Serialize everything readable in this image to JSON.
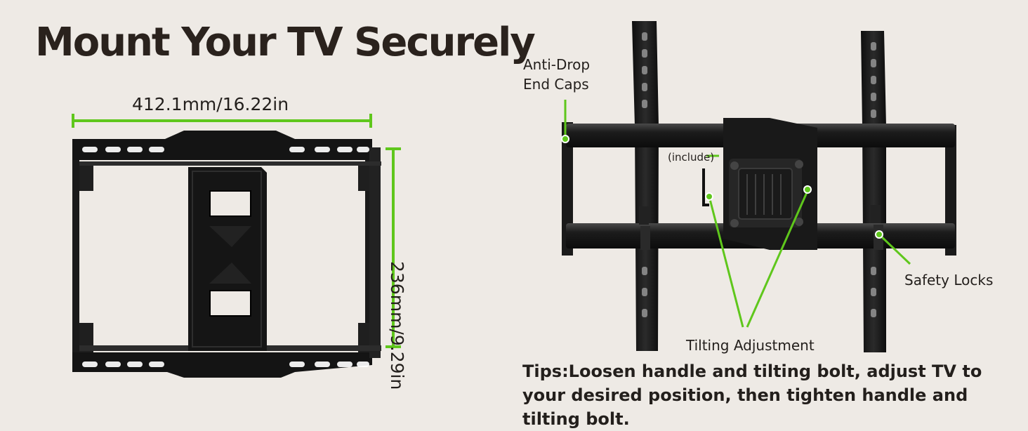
{
  "title": "Mount Your TV Securely",
  "dimensions": {
    "width_label": "412.1mm/16.22in",
    "height_label": "236mm/9.29in"
  },
  "callouts": {
    "anti_drop_line1": "Anti-Drop",
    "anti_drop_line2": "End Caps",
    "include": "(include)",
    "safety_locks": "Safety Locks",
    "tilting_adjustment": "Tilting Adjustment"
  },
  "tips": "Tips:Loosen handle and tilting bolt, adjust TV to your desired position, then tighten handle and tilting bolt.",
  "colors": {
    "background": "#eeeae5",
    "accent_green": "#5fc71c",
    "mount_black": "#151515"
  }
}
